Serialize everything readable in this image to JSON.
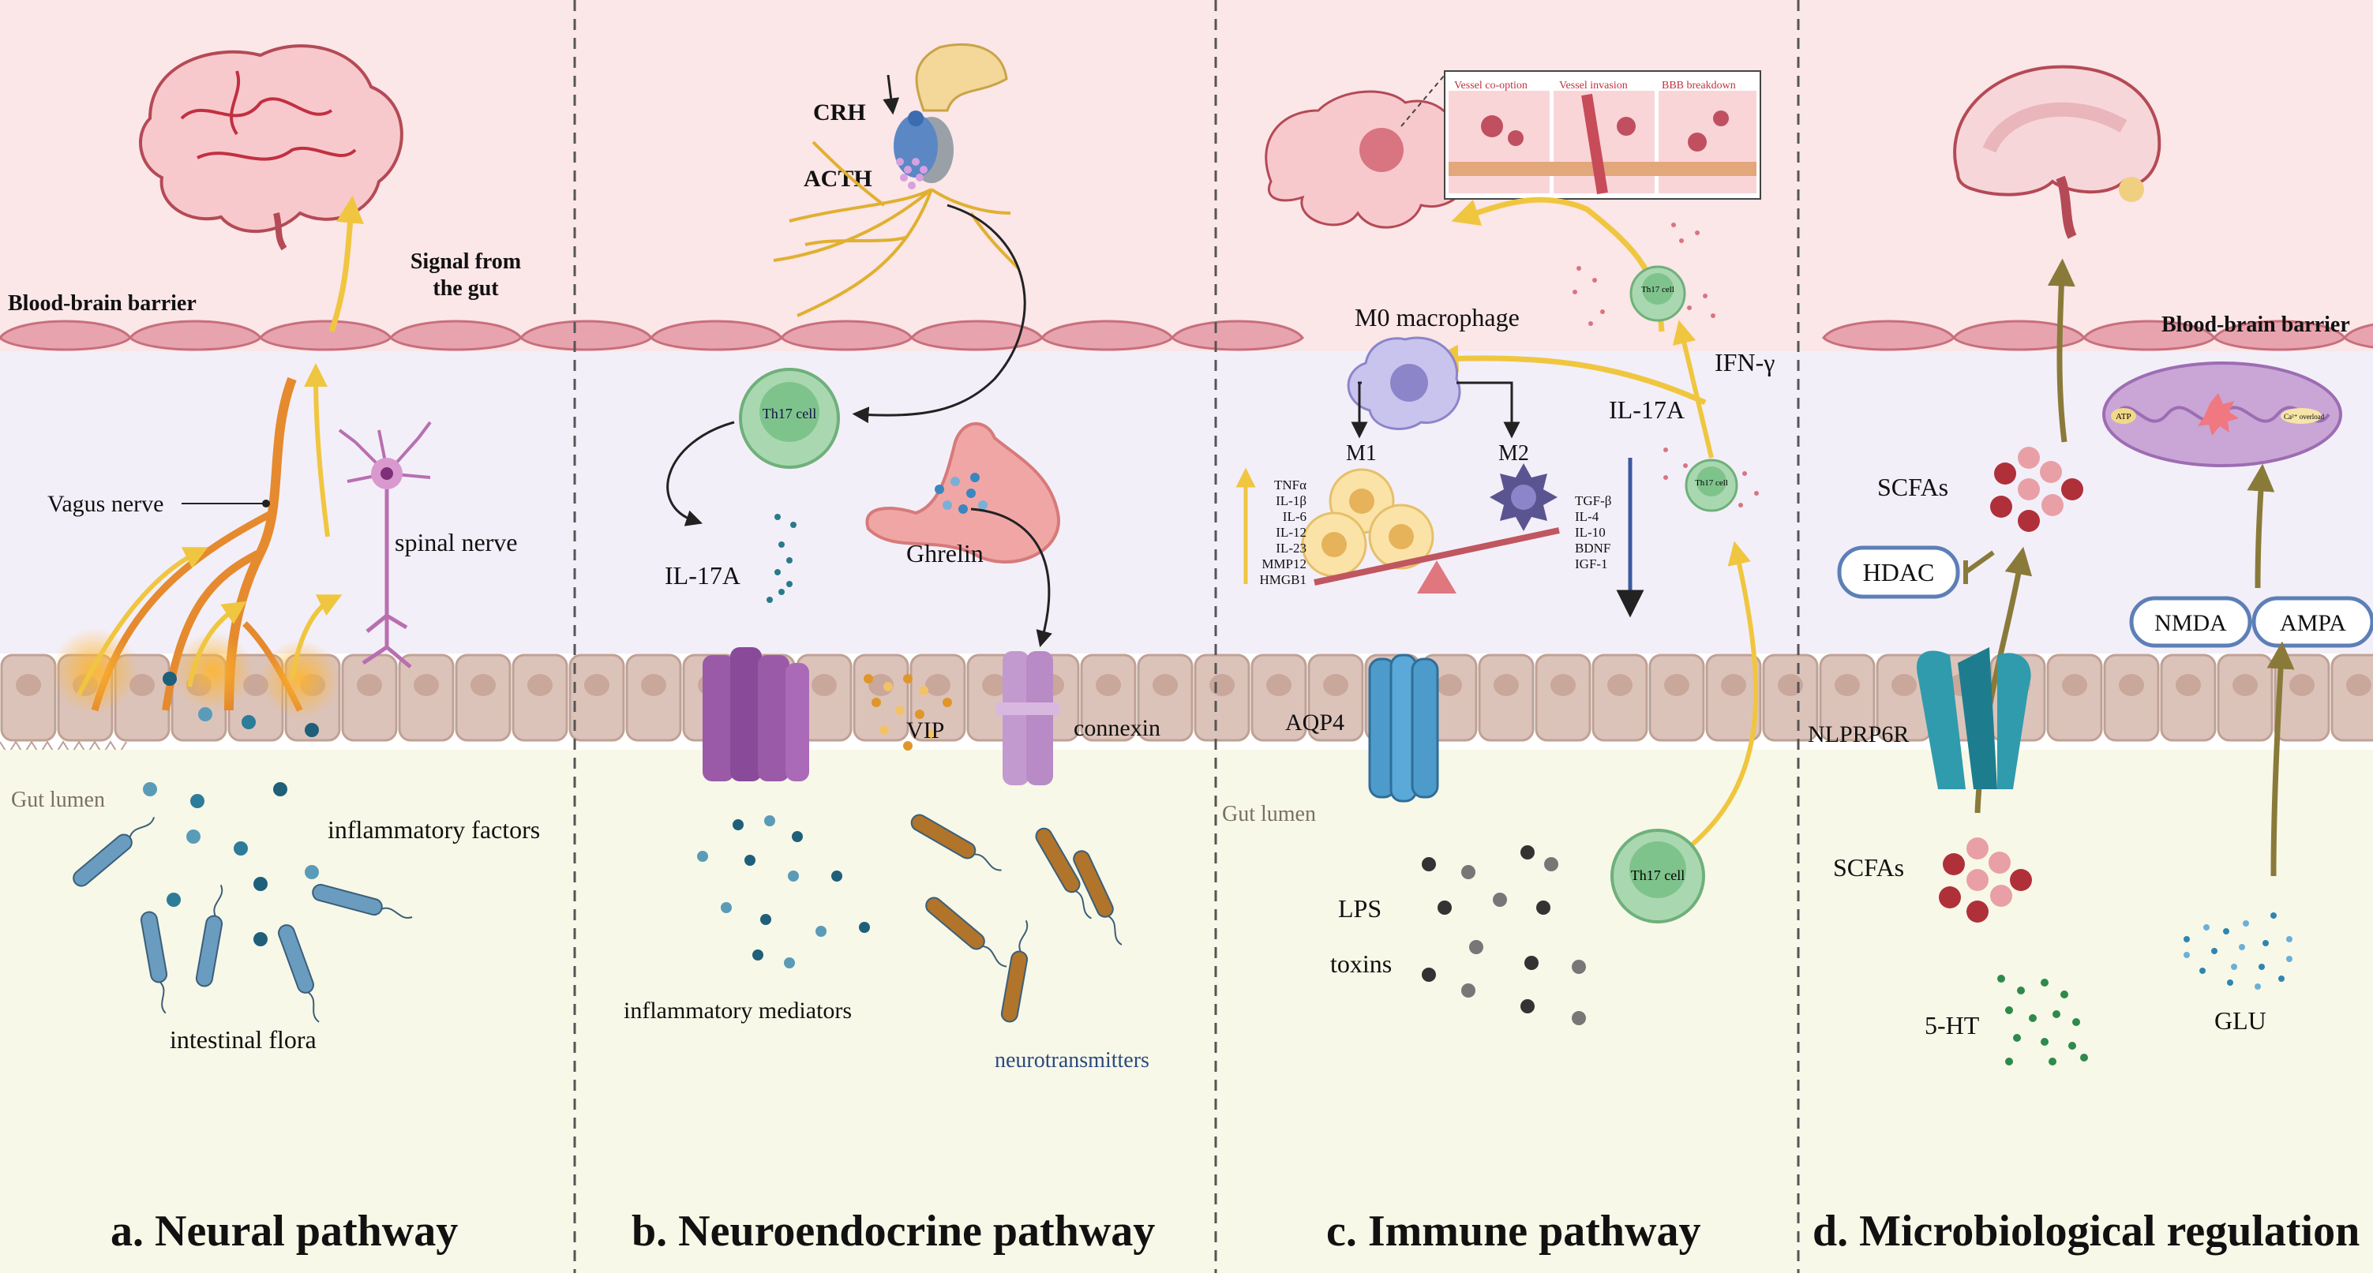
{
  "colors": {
    "brain_zone": "#fbe6e8",
    "tissue_zone": "#f3eff9",
    "lumen_zone": "#f8f8e8",
    "epithelium": "#dcc3b9",
    "endothelium": "#e8a4ae",
    "yellow_arrow": "#f0c640",
    "olive_arrow": "#8a7a3a",
    "nerve_orange": "#e58a2e",
    "bacteria_blue": "#6a9cc0",
    "bacteria_brown": "#b0742a",
    "th17_green": "#a9d8b0",
    "channel_purple": "#9a5aa8",
    "aqp_blue": "#4d9bcb",
    "nlrp_teal": "#2f9bad"
  },
  "panels": {
    "a": {
      "caption": "a.  Neural pathway",
      "labels": {
        "signal": "Signal from\nthe gut",
        "bbb": "Blood-brain barrier",
        "vagus": "Vagus nerve",
        "spinal": "spinal  nerve",
        "lumen": "Gut lumen",
        "inflammatory": "inflammatory factors",
        "flora": "intestinal flora"
      }
    },
    "b": {
      "caption": "b.  Neuroendocrine pathway",
      "labels": {
        "crh": "CRH",
        "acth": "ACTH",
        "th17": "Th17 cell",
        "il17a": "IL-17A",
        "ghrelin": "Ghrelin",
        "vip": "VIP",
        "connexin": "connexin",
        "mediators": "inflammatory mediators",
        "neurotransmitters": "neurotransmitters"
      }
    },
    "c": {
      "caption": "c.  Immune pathway",
      "labels": {
        "vessel_cooption": "Vessel co-option",
        "vessel_invasion": "Vessel invasion",
        "bbb_breakdown": "BBB breakdown",
        "m0": "M0 macrophage",
        "m1": "M1",
        "m2": "M2",
        "th17_cell": "Th17 cell",
        "ifn": "IFN-γ",
        "il17a": "IL-17A",
        "m1_factors": [
          "TNFα",
          "IL-1β",
          "IL-6",
          "IL-12",
          "IL-23",
          "MMP12",
          "HMGB1"
        ],
        "m2_factors": [
          "TGF-β",
          "IL-4",
          "IL-10",
          "BDNF",
          "IGF-1"
        ],
        "aqp4": "AQP4",
        "lumen": "Gut lumen",
        "lps": "LPS",
        "toxins": "toxins"
      }
    },
    "d": {
      "caption": "d.  Microbiological regulation",
      "labels": {
        "bbb": "Blood-brain barrier",
        "atp": "ATP",
        "ca": "Ca²⁺ overload",
        "scfas_top": "SCFAs",
        "hdac": "HDAC",
        "nmda": "NMDA",
        "ampa": "AMPA",
        "nlrp": "NLPRP6R",
        "scfas_bottom": "SCFAs",
        "ht": "5-HT",
        "glu": "GLU"
      }
    }
  }
}
